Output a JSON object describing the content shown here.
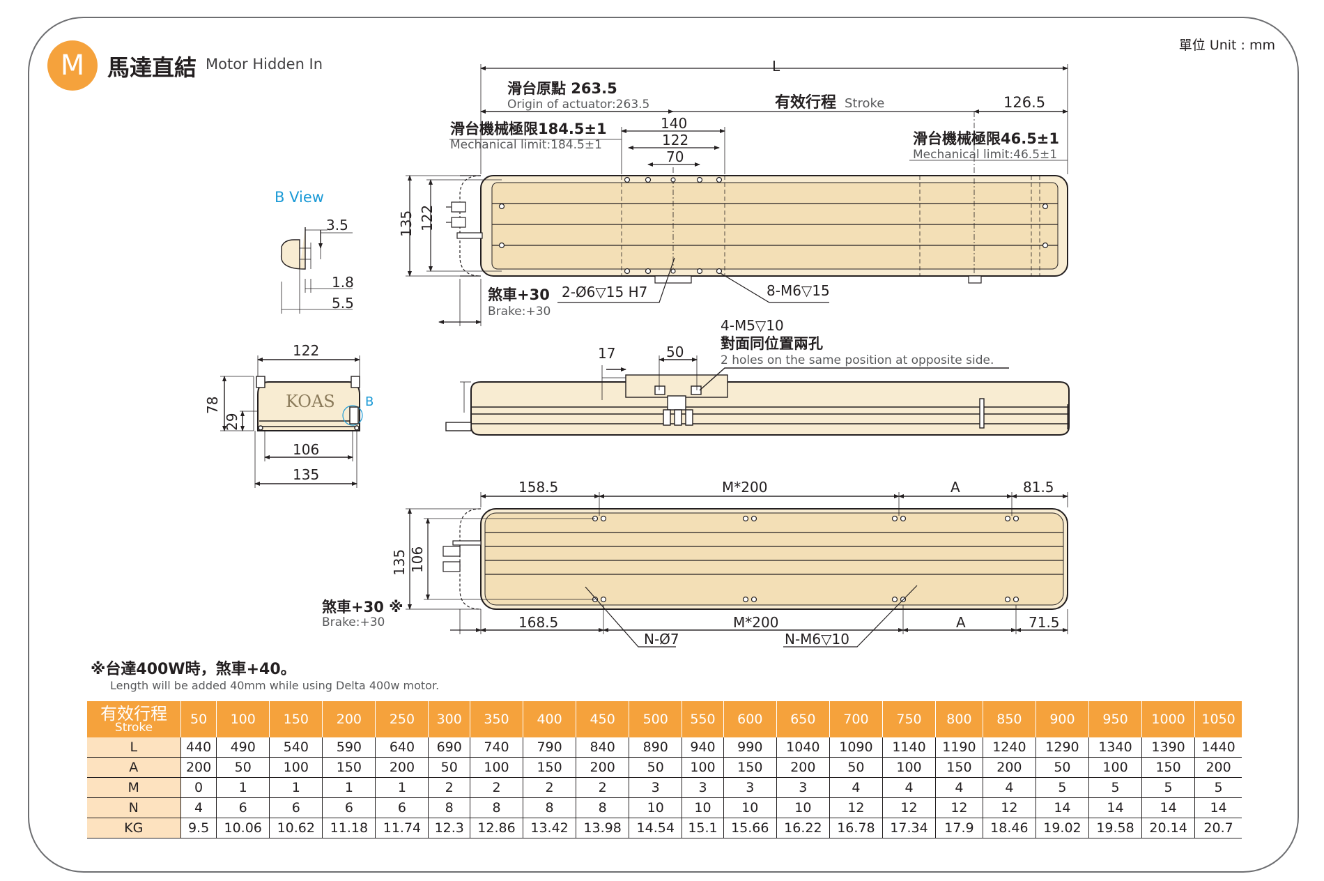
{
  "header": {
    "badge": "M",
    "title_zh": "馬達直結",
    "title_en": "Motor Hidden In",
    "unit": "單位 Unit : mm"
  },
  "top_view": {
    "L": "L",
    "origin_zh": "滑台原點 263.5",
    "origin_en": "Origin of actuator:263.5",
    "stroke_zh": "有效行程",
    "stroke_en": "Stroke",
    "dim_126_5": "126.5",
    "mech_left_zh": "滑台機械極限184.5±1",
    "mech_left_en": "Mechanical limit:184.5±1",
    "mech_right_zh": "滑台機械極限46.5±1",
    "mech_right_en": "Mechanical limit:46.5±1",
    "dim_140": "140",
    "dim_122": "122",
    "dim_70": "70",
    "dim_135": "135",
    "dim_122_v": "122",
    "brake_zh": "煞車+30",
    "brake_en": "Brake:+30",
    "hole_1": "2-Ø6▽15 H7",
    "hole_2": "8-M6▽15"
  },
  "b_view": {
    "label": "B View",
    "dim_3_5": "3.5",
    "dim_1_8": "1.8",
    "dim_5_5": "5.5"
  },
  "end_view": {
    "dim_122": "122",
    "dim_78": "78",
    "dim_29": "29",
    "dim_106": "106",
    "dim_135": "135",
    "logo": "KOAS",
    "b_mark": "B"
  },
  "side_view": {
    "hole_zh1": "4-M5▽10",
    "hole_zh2": "對面同位置兩孔",
    "hole_en": "2 holes on the same position at opposite side.",
    "dim_17": "17",
    "dim_50": "50"
  },
  "bottom_view": {
    "dim_158_5": "158.5",
    "dim_m200_top": "M*200",
    "dim_A_top": "A",
    "dim_81_5": "81.5",
    "dim_135": "135",
    "dim_106": "106",
    "brake_zh": "煞車+30 ※",
    "brake_en": "Brake:+30",
    "dim_168_5": "168.5",
    "dim_m200_bot": "M*200",
    "dim_A_bot": "A",
    "dim_71_5": "71.5",
    "hole_n": "N-Ø7",
    "hole_nm6": "N-M6▽10"
  },
  "note": {
    "zh": "※台達400W時，煞車+40。",
    "en": "Length will be added 40mm while using Delta 400w motor."
  },
  "table": {
    "header_zh": "有效行程",
    "header_en": "Stroke",
    "strokes": [
      "50",
      "100",
      "150",
      "200",
      "250",
      "300",
      "350",
      "400",
      "450",
      "500",
      "550",
      "600",
      "650",
      "700",
      "750",
      "800",
      "850",
      "900",
      "950",
      "1000",
      "1050"
    ],
    "rows": [
      {
        "label": "L",
        "values": [
          "440",
          "490",
          "540",
          "590",
          "640",
          "690",
          "740",
          "790",
          "840",
          "890",
          "940",
          "990",
          "1040",
          "1090",
          "1140",
          "1190",
          "1240",
          "1290",
          "1340",
          "1390",
          "1440"
        ]
      },
      {
        "label": "A",
        "values": [
          "200",
          "50",
          "100",
          "150",
          "200",
          "50",
          "100",
          "150",
          "200",
          "50",
          "100",
          "150",
          "200",
          "50",
          "100",
          "150",
          "200",
          "50",
          "100",
          "150",
          "200"
        ]
      },
      {
        "label": "M",
        "values": [
          "0",
          "1",
          "1",
          "1",
          "1",
          "2",
          "2",
          "2",
          "2",
          "3",
          "3",
          "3",
          "3",
          "4",
          "4",
          "4",
          "4",
          "5",
          "5",
          "5",
          "5"
        ]
      },
      {
        "label": "N",
        "values": [
          "4",
          "6",
          "6",
          "6",
          "6",
          "8",
          "8",
          "8",
          "8",
          "10",
          "10",
          "10",
          "10",
          "12",
          "12",
          "12",
          "12",
          "14",
          "14",
          "14",
          "14"
        ]
      },
      {
        "label": "KG",
        "values": [
          "9.5",
          "10.06",
          "10.62",
          "11.18",
          "11.74",
          "12.3",
          "12.86",
          "13.42",
          "13.98",
          "14.54",
          "15.1",
          "15.66",
          "16.22",
          "16.78",
          "17.34",
          "17.9",
          "18.46",
          "19.02",
          "19.58",
          "20.14",
          "20.7"
        ]
      }
    ]
  },
  "colors": {
    "accent": "#f5a23c",
    "body_fill": "#f8ecd2",
    "row_head": "#fde2bf",
    "blue": "#1b9ad6"
  }
}
